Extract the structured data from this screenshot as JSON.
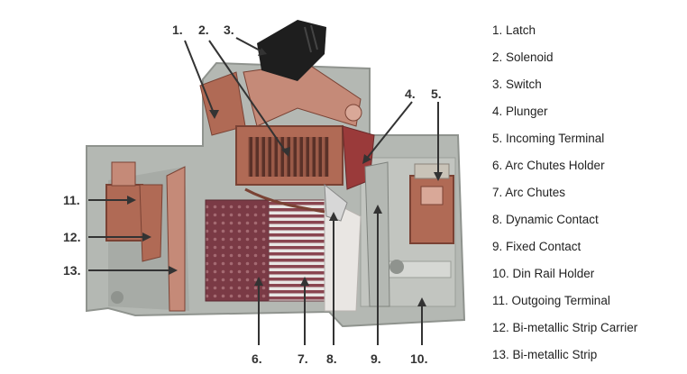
{
  "callouts": [
    {
      "id": "c1",
      "label": "1."
    },
    {
      "id": "c2",
      "label": "2."
    },
    {
      "id": "c3",
      "label": "3."
    },
    {
      "id": "c4",
      "label": "4."
    },
    {
      "id": "c5",
      "label": "5."
    },
    {
      "id": "c6",
      "label": "6."
    },
    {
      "id": "c7",
      "label": "7."
    },
    {
      "id": "c8",
      "label": "8."
    },
    {
      "id": "c9",
      "label": "9."
    },
    {
      "id": "c10",
      "label": "10."
    },
    {
      "id": "c11",
      "label": "11."
    },
    {
      "id": "c12",
      "label": "12."
    },
    {
      "id": "c13",
      "label": "13."
    }
  ],
  "legend": [
    "1. Latch",
    "2. Solenoid",
    "3. Switch",
    "4. Plunger",
    "5. Incoming Terminal",
    "6. Arc Chutes Holder",
    "7. Arc Chutes",
    "8. Dynamic Contact",
    "9. Fixed Contact",
    "10. Din Rail Holder",
    "11. Outgoing Terminal",
    "12. Bi-metallic Strip Carrier",
    "13. Bi-metallic Strip"
  ],
  "colors": {
    "housing": "#b4b8b3",
    "housing_dark": "#8f938e",
    "copper": "#b06a55",
    "arc_chute": "#7a3a45",
    "knob": "#1e1e1e",
    "arrow": "#333333"
  }
}
